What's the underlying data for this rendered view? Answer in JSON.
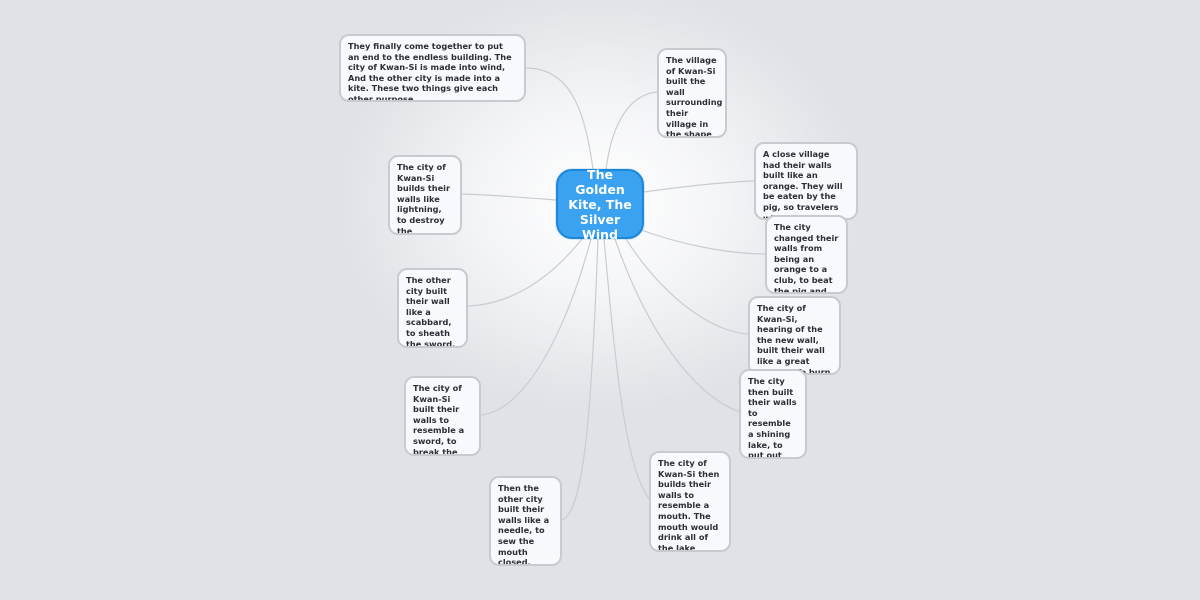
{
  "mindmap": {
    "central_topic": "The Golden Kite, The Silver Wind",
    "topics": [
      {
        "id": "end-building",
        "text": "They finally come together to put an end to the endless building. The city of Kwan-Si is made into wind, And the other city is made into a kite. These two things give each other purpose."
      },
      {
        "id": "lightning",
        "text": "The city of Kwan-Si builds their walls like lightning, to destroy the scabbard."
      },
      {
        "id": "scabbard",
        "text": "The other city built their wall like a scabbard, to sheath the sword."
      },
      {
        "id": "sword",
        "text": "The city of Kwan-Si built their walls to resemble a sword, to break the needle."
      },
      {
        "id": "needle",
        "text": "Then the other city built their walls like a needle, to sew the mouth closed."
      },
      {
        "id": "pig",
        "text": "The village of Kwan-Si built the wall surrounding their village in the shape of a pig."
      },
      {
        "id": "orange",
        "text": "A close village had their walls built like an orange. They will be eaten by the pig, so travelers will go to the pig shaped village."
      },
      {
        "id": "club",
        "text": "The city changed their walls from being an orange to a club, to beat the pig and drive it off."
      },
      {
        "id": "bonfire",
        "text": "The city of Kwan-Si, hearing of the the new wall, built their wall like a great bonfire. To burn the club."
      },
      {
        "id": "lake",
        "text": "The city then built their walls to resemble a shining lake, to put out the bonfire."
      },
      {
        "id": "mouth",
        "text": "The city of Kwan-Si then builds their walls to resemble a mouth. The mouth would drink all of the lake water."
      }
    ]
  }
}
